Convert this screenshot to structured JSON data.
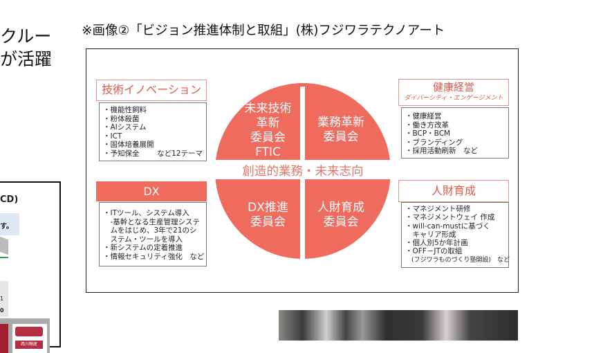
{
  "left_heading": {
    "line1": "クルー",
    "line2": "が活躍"
  },
  "caption": "※画像②「ビジョン推進体制と取組」(株)フジワラテクノアート",
  "diagram": {
    "accent": "#ee6b5e",
    "center": "創造的業務・未来志向",
    "quadrants": [
      {
        "lines": [
          "未来技術",
          "革新",
          "委員会",
          "FTIC"
        ]
      },
      {
        "lines": [
          "業務革新",
          "委員会"
        ]
      },
      {
        "lines": [
          "DX推進",
          "委員会"
        ]
      },
      {
        "lines": [
          "人財育成",
          "委員会"
        ]
      }
    ],
    "innovation": {
      "title": "技術イノベーション",
      "items": [
        "・機能性飼料",
        "・粉体殺菌",
        "・AIシステム",
        "・ICT",
        "・固体培養展開",
        "・予知保全"
      ],
      "suffix": "など12テーマ"
    },
    "health": {
      "title": "健康経営",
      "subtitle": "ダイバーシティ・エンゲージメント",
      "items": [
        "・健康経営",
        "・働き方改革",
        "・BCP・BCM",
        "・ブランディング",
        "・採用活動刷新　など"
      ]
    },
    "dx": {
      "title": "DX",
      "items": [
        "・ITツール、システム導入",
        "　-基幹となる生産管理システ",
        "　ムをはじめ、3年で21のシ",
        "　ステム・ツールを導入",
        "・新システムの定着推進",
        "・情報セキュリティ強化　など"
      ]
    },
    "hr": {
      "title": "人財育成",
      "items": [
        "・マネジメント研修",
        "・マネジメントウェイ 作成",
        "・will-can-mustに基づく",
        "　キャリア形成",
        "・個人別5か年計画",
        "・OFF－JTの取組",
        "　(フジワラものづくり塾開設)　など"
      ]
    }
  },
  "left_panel": {
    "heading_fragment": "CD)",
    "note_fragment": "す。",
    "table_fragments": [
      "1",
      "0"
    ],
    "truck_label": "西川物産"
  }
}
